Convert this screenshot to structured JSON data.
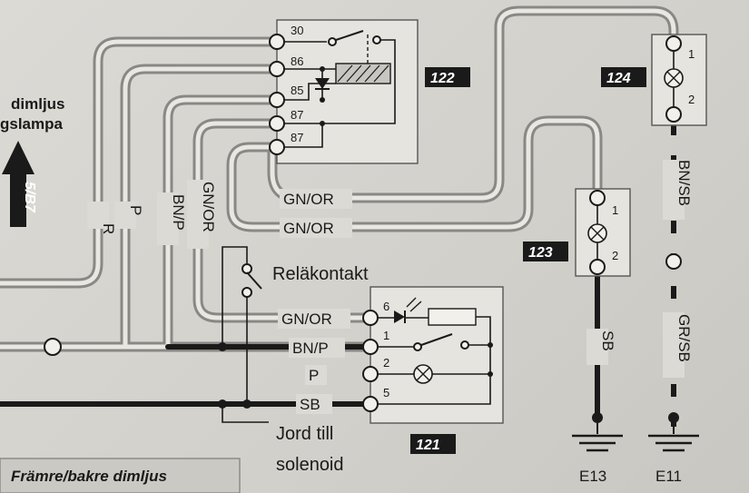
{
  "diagram": {
    "left_heading_line1": "dimljus",
    "left_heading_line2": "gslampa",
    "left_arrow_ref": "5/B7",
    "footer_caption": "Främre/bakre dimljus",
    "vertical_wire_labels": [
      "R",
      "P",
      "BN/P",
      "GN/OR",
      "BN/SB",
      "SB",
      "GR/SB"
    ],
    "horizontal_wire_labels": [
      "GN/OR",
      "GN/OR",
      "GN/OR",
      "BN/P",
      "P",
      "SB"
    ],
    "annotations": {
      "relay_contact": "Reläkontakt",
      "ground_line1": "Jord till",
      "ground_line2": "solenoid"
    }
  },
  "components": {
    "relay_122": {
      "id": "122",
      "pins": [
        "30",
        "86",
        "85",
        "87",
        "87"
      ]
    },
    "lamp_124": {
      "id": "124",
      "pins": [
        "1",
        "2"
      ]
    },
    "lamp_123": {
      "id": "123",
      "pins": [
        "1",
        "2"
      ]
    },
    "switch_121": {
      "id": "121",
      "pins": [
        "6",
        "1",
        "2",
        "5"
      ]
    },
    "grounds": [
      "E13",
      "E11"
    ]
  },
  "colors": {
    "wire_gray": "#8a8884",
    "wire_black": "#1a1a1a",
    "badge": "#1a1a1a"
  }
}
